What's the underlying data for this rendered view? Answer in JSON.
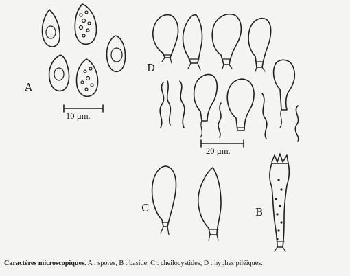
{
  "labels": {
    "A": "A",
    "B": "B",
    "C": "C",
    "D": "D"
  },
  "scales": {
    "spores": "10 µm.",
    "hyphae": "20 µm."
  },
  "caption": {
    "title": "Caractères microscopiques.",
    "text": " A : spores, B : baside, C : cheilocystides, D : hyphes piléiques."
  }
}
